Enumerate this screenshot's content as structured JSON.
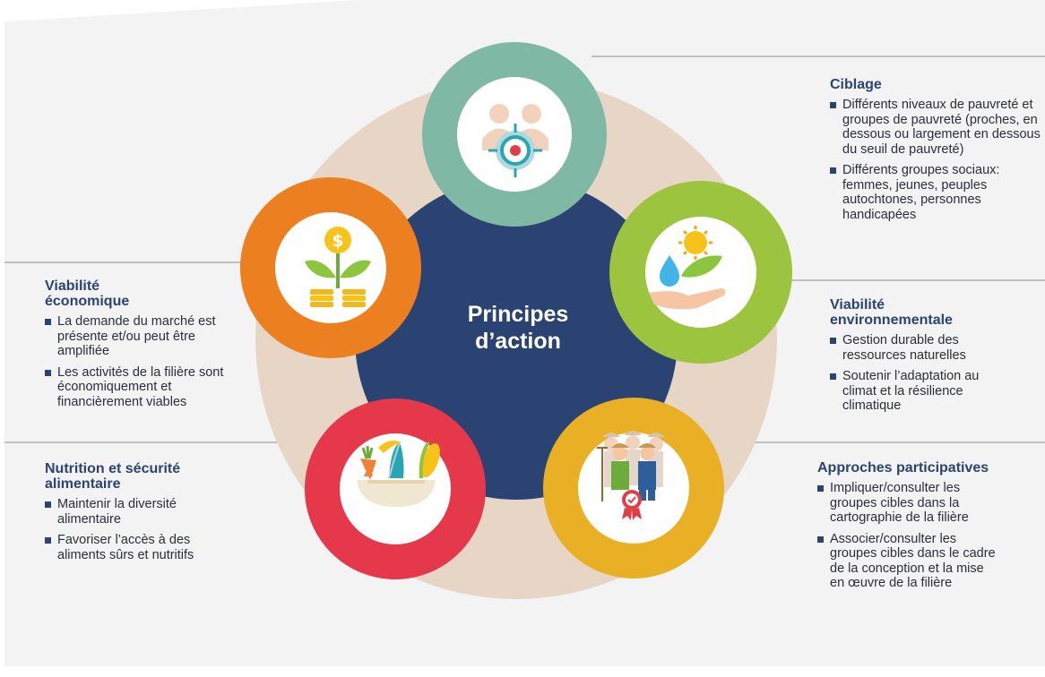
{
  "center": {
    "line1": "Principes",
    "line2": "d’action"
  },
  "principles": [
    {
      "id": "ciblage",
      "color": "#7fb9a6",
      "icon": "target-people-icon"
    },
    {
      "id": "viabilite-environnementale",
      "color": "#9cc43e",
      "icon": "hand-water-sun-icon"
    },
    {
      "id": "approches-participatives",
      "color": "#e9b025",
      "icon": "farmers-group-icon"
    },
    {
      "id": "nutrition",
      "color": "#e5384b",
      "icon": "food-basket-icon"
    },
    {
      "id": "viabilite-economique",
      "color": "#ec7f1f",
      "icon": "money-plant-icon"
    }
  ],
  "colors": {
    "hub": "#2a4373",
    "ring": "#e7d6c6",
    "heading": "#2a4373",
    "page_bg": "#f3f3f3"
  },
  "blocks": {
    "ciblage": {
      "title": "Ciblage",
      "bullets": [
        "Différents niveaux de pauvreté et groupes de pauvreté (proches, en dessous ou largement en dessous du seuil de pauvreté)",
        "Différents groupes sociaux: femmes, jeunes, peuples autochtones, personnes handicapées"
      ]
    },
    "env": {
      "title": "Viabilité environnementale",
      "bullets": [
        "Gestion durable des ressources naturelles",
        "Soutenir l’adaptation au climat et la résilience climatique"
      ]
    },
    "participatives": {
      "title": "Approches participatives",
      "bullets": [
        "Impliquer/consulter les groupes cibles dans la cartographie de la filière",
        "Associer/consulter les groupes cibles dans le cadre de la conception et la mise en œuvre de la filière"
      ]
    },
    "eco": {
      "title": "Viabilité économique",
      "bullets": [
        "La demande du marché est présente et/ou peut être amplifiée",
        "Les activités de la filière sont économiquement et financièrement viables"
      ]
    },
    "nutrition": {
      "title": "Nutrition et sécurité alimentaire",
      "bullets": [
        "Maintenir la diversité alimentaire",
        "Favoriser l’accès à des aliments sûrs et nutritifs"
      ]
    }
  }
}
